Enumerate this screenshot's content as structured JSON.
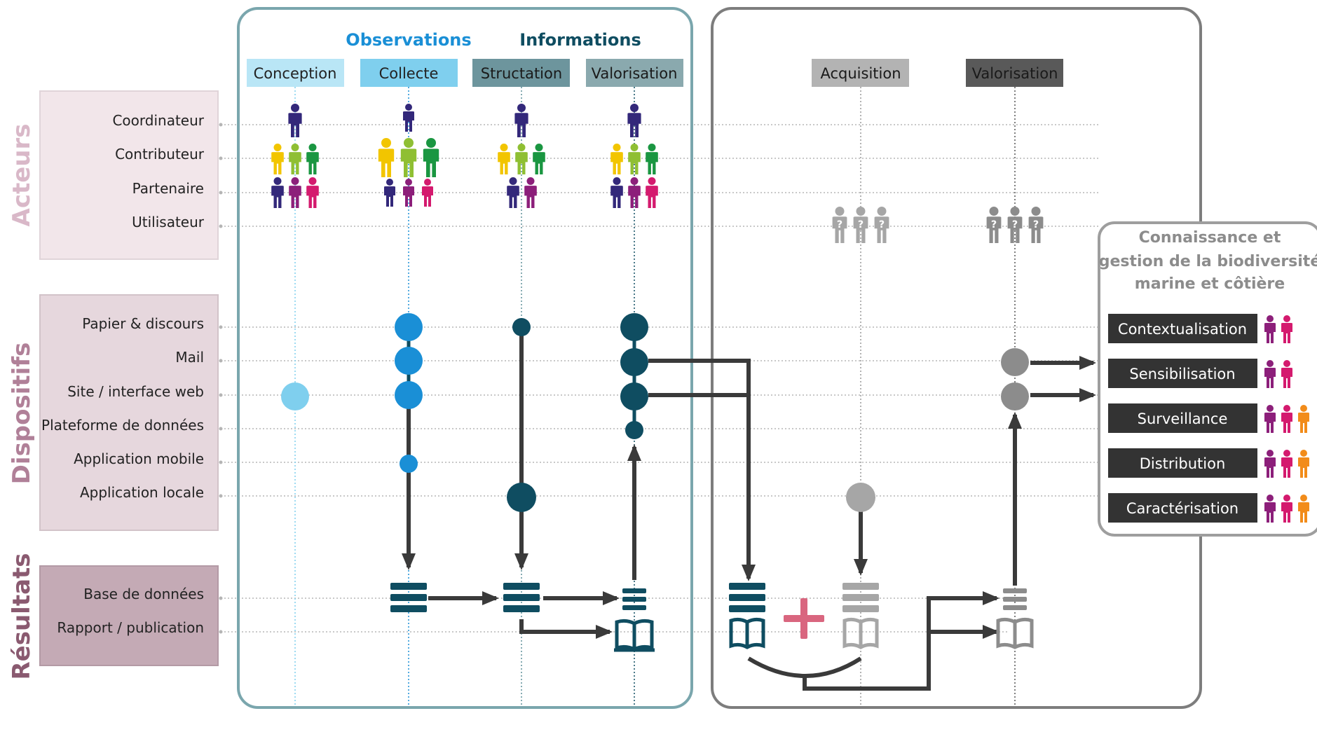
{
  "groups": {
    "acteurs": "Acteurs",
    "dispositifs": "Dispositifs",
    "resultats": "Résultats"
  },
  "rows": {
    "acteurs": [
      "Coordinateur",
      "Contributeur",
      "Partenaire",
      "Utilisateur"
    ],
    "dispositifs": [
      "Papier & discours",
      "Mail",
      "Site / interface web",
      "Plateforme de données",
      "Application mobile",
      "Application locale"
    ],
    "resultats": [
      "Base de données",
      "Rapport / publication"
    ]
  },
  "headers": {
    "observations": "Observations",
    "informations": "Informations"
  },
  "phases_left": [
    "Conception",
    "Collecte",
    "Structation",
    "Valorisation"
  ],
  "phases_right": [
    "Acquisition",
    "Valorisation"
  ],
  "knowledge": {
    "title_line1": "Connaissance et",
    "title_line2": "gestion de la biodiversité",
    "title_line3": "marine et côtière",
    "items": [
      "Contextualisation",
      "Sensibilisation",
      "Surveillance",
      "Distribution",
      "Caractérisation"
    ]
  },
  "colors": {
    "left_panel_border": "#7aa6ad",
    "right_panel_border": "#7d7d7d",
    "dark_teal": "#0f4d61",
    "blue": "#1a8fd6",
    "light_blue": "#7fcfee",
    "grey": "#999999",
    "dark_grey": "#3a3a3a",
    "plus_pink": "#d9667f",
    "acteurs_label": "#d9b8c8",
    "dispositifs_label": "#b08098",
    "resultats_label": "#8a5a70"
  }
}
